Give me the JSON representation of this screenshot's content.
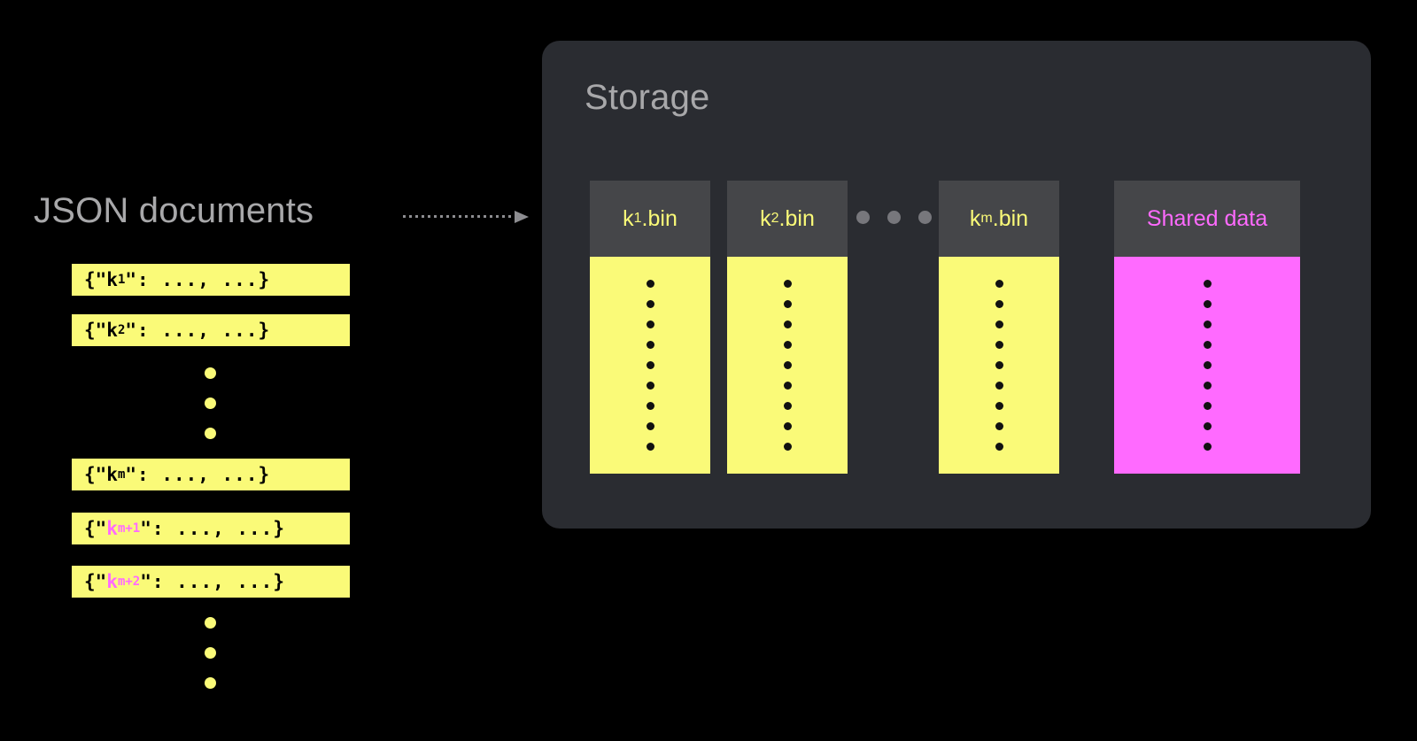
{
  "page": {
    "background": "#000000",
    "colors": {
      "yellow": "#FAFA78",
      "magenta": "#FF6AFF",
      "panel": "#2a2c31",
      "header_cell": "#454649",
      "label_grey": "#a8a8aa",
      "dot_grey": "#77777c",
      "arrow_grey": "#8d8d91",
      "dot_black": "#111111"
    }
  },
  "left": {
    "title": "JSON documents",
    "documents": [
      {
        "prefix": "{\"",
        "key": "k",
        "sub": "1",
        "suffix": "\": ...,  ...}",
        "key_color": "black"
      },
      {
        "prefix": "{\"",
        "key": "k",
        "sub": "2",
        "suffix": "\": ...,  ...}",
        "key_color": "black"
      },
      {
        "prefix": "{\"",
        "key": "k",
        "sub": "m",
        "suffix": "\": ...,  ...}",
        "key_color": "black"
      },
      {
        "prefix": "{\"",
        "key": "k",
        "sub": "m+1",
        "suffix": "\": ...,  ...}",
        "key_color": "magenta"
      },
      {
        "prefix": "{\"",
        "key": "k",
        "sub": "m+2",
        "suffix": "\": ...,  ...}",
        "key_color": "magenta"
      }
    ],
    "ellipsis_top": {
      "dots": 3,
      "color": "#FAFA78"
    },
    "ellipsis_bottom": {
      "dots": 3,
      "color": "#FAFA78"
    }
  },
  "connector": {
    "style": "dotted-arrow",
    "direction": "right",
    "color": "#8d8d91"
  },
  "storage": {
    "title": "Storage",
    "columns": [
      {
        "label": "k",
        "sub": "1",
        "label_suffix": ".bin",
        "body_color": "#FAFA78",
        "label_color": "#FAFA78",
        "dots": 9
      },
      {
        "label": "k",
        "sub": "2",
        "label_suffix": ".bin",
        "body_color": "#FAFA78",
        "label_color": "#FAFA78",
        "dots": 9
      },
      {
        "label": "k",
        "sub": "m",
        "label_suffix": ".bin",
        "body_color": "#FAFA78",
        "label_color": "#FAFA78",
        "dots": 9
      },
      {
        "label": "Shared data",
        "sub": "",
        "label_suffix": "",
        "body_color": "#FF6AFF",
        "label_color": "#FF6AFF",
        "dots": 9
      }
    ],
    "ellipsis_between": {
      "dots": 3,
      "color": "#77777c"
    }
  }
}
